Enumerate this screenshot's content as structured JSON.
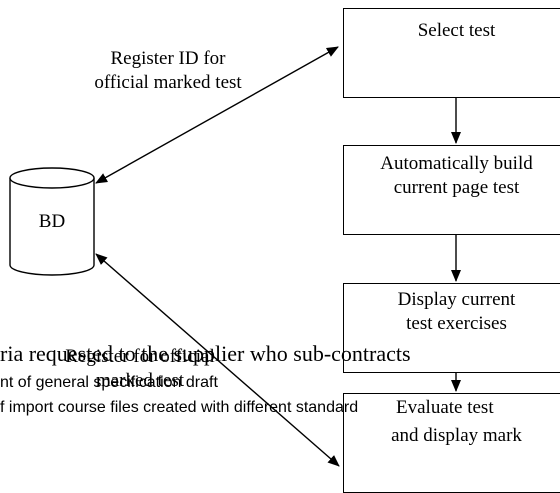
{
  "diagram": {
    "nodes": {
      "select_test": "Select test",
      "auto_build": [
        "Automatically build",
        "current page test"
      ],
      "display_exercises": [
        "Display current",
        "test exercises"
      ],
      "final_step": "and display mark",
      "database": "BD"
    },
    "edges": {
      "register_top": [
        "Register ID for",
        "official marked test"
      ],
      "register_bottom": [
        "Register for official",
        "marked test"
      ]
    }
  },
  "overlapping_text": {
    "line1": "ria requested to the supplier who sub-contracts",
    "line2": "nt of general specification draft",
    "line3": "f import course files created with different standard",
    "line3_overprint": "Evaluate test"
  }
}
